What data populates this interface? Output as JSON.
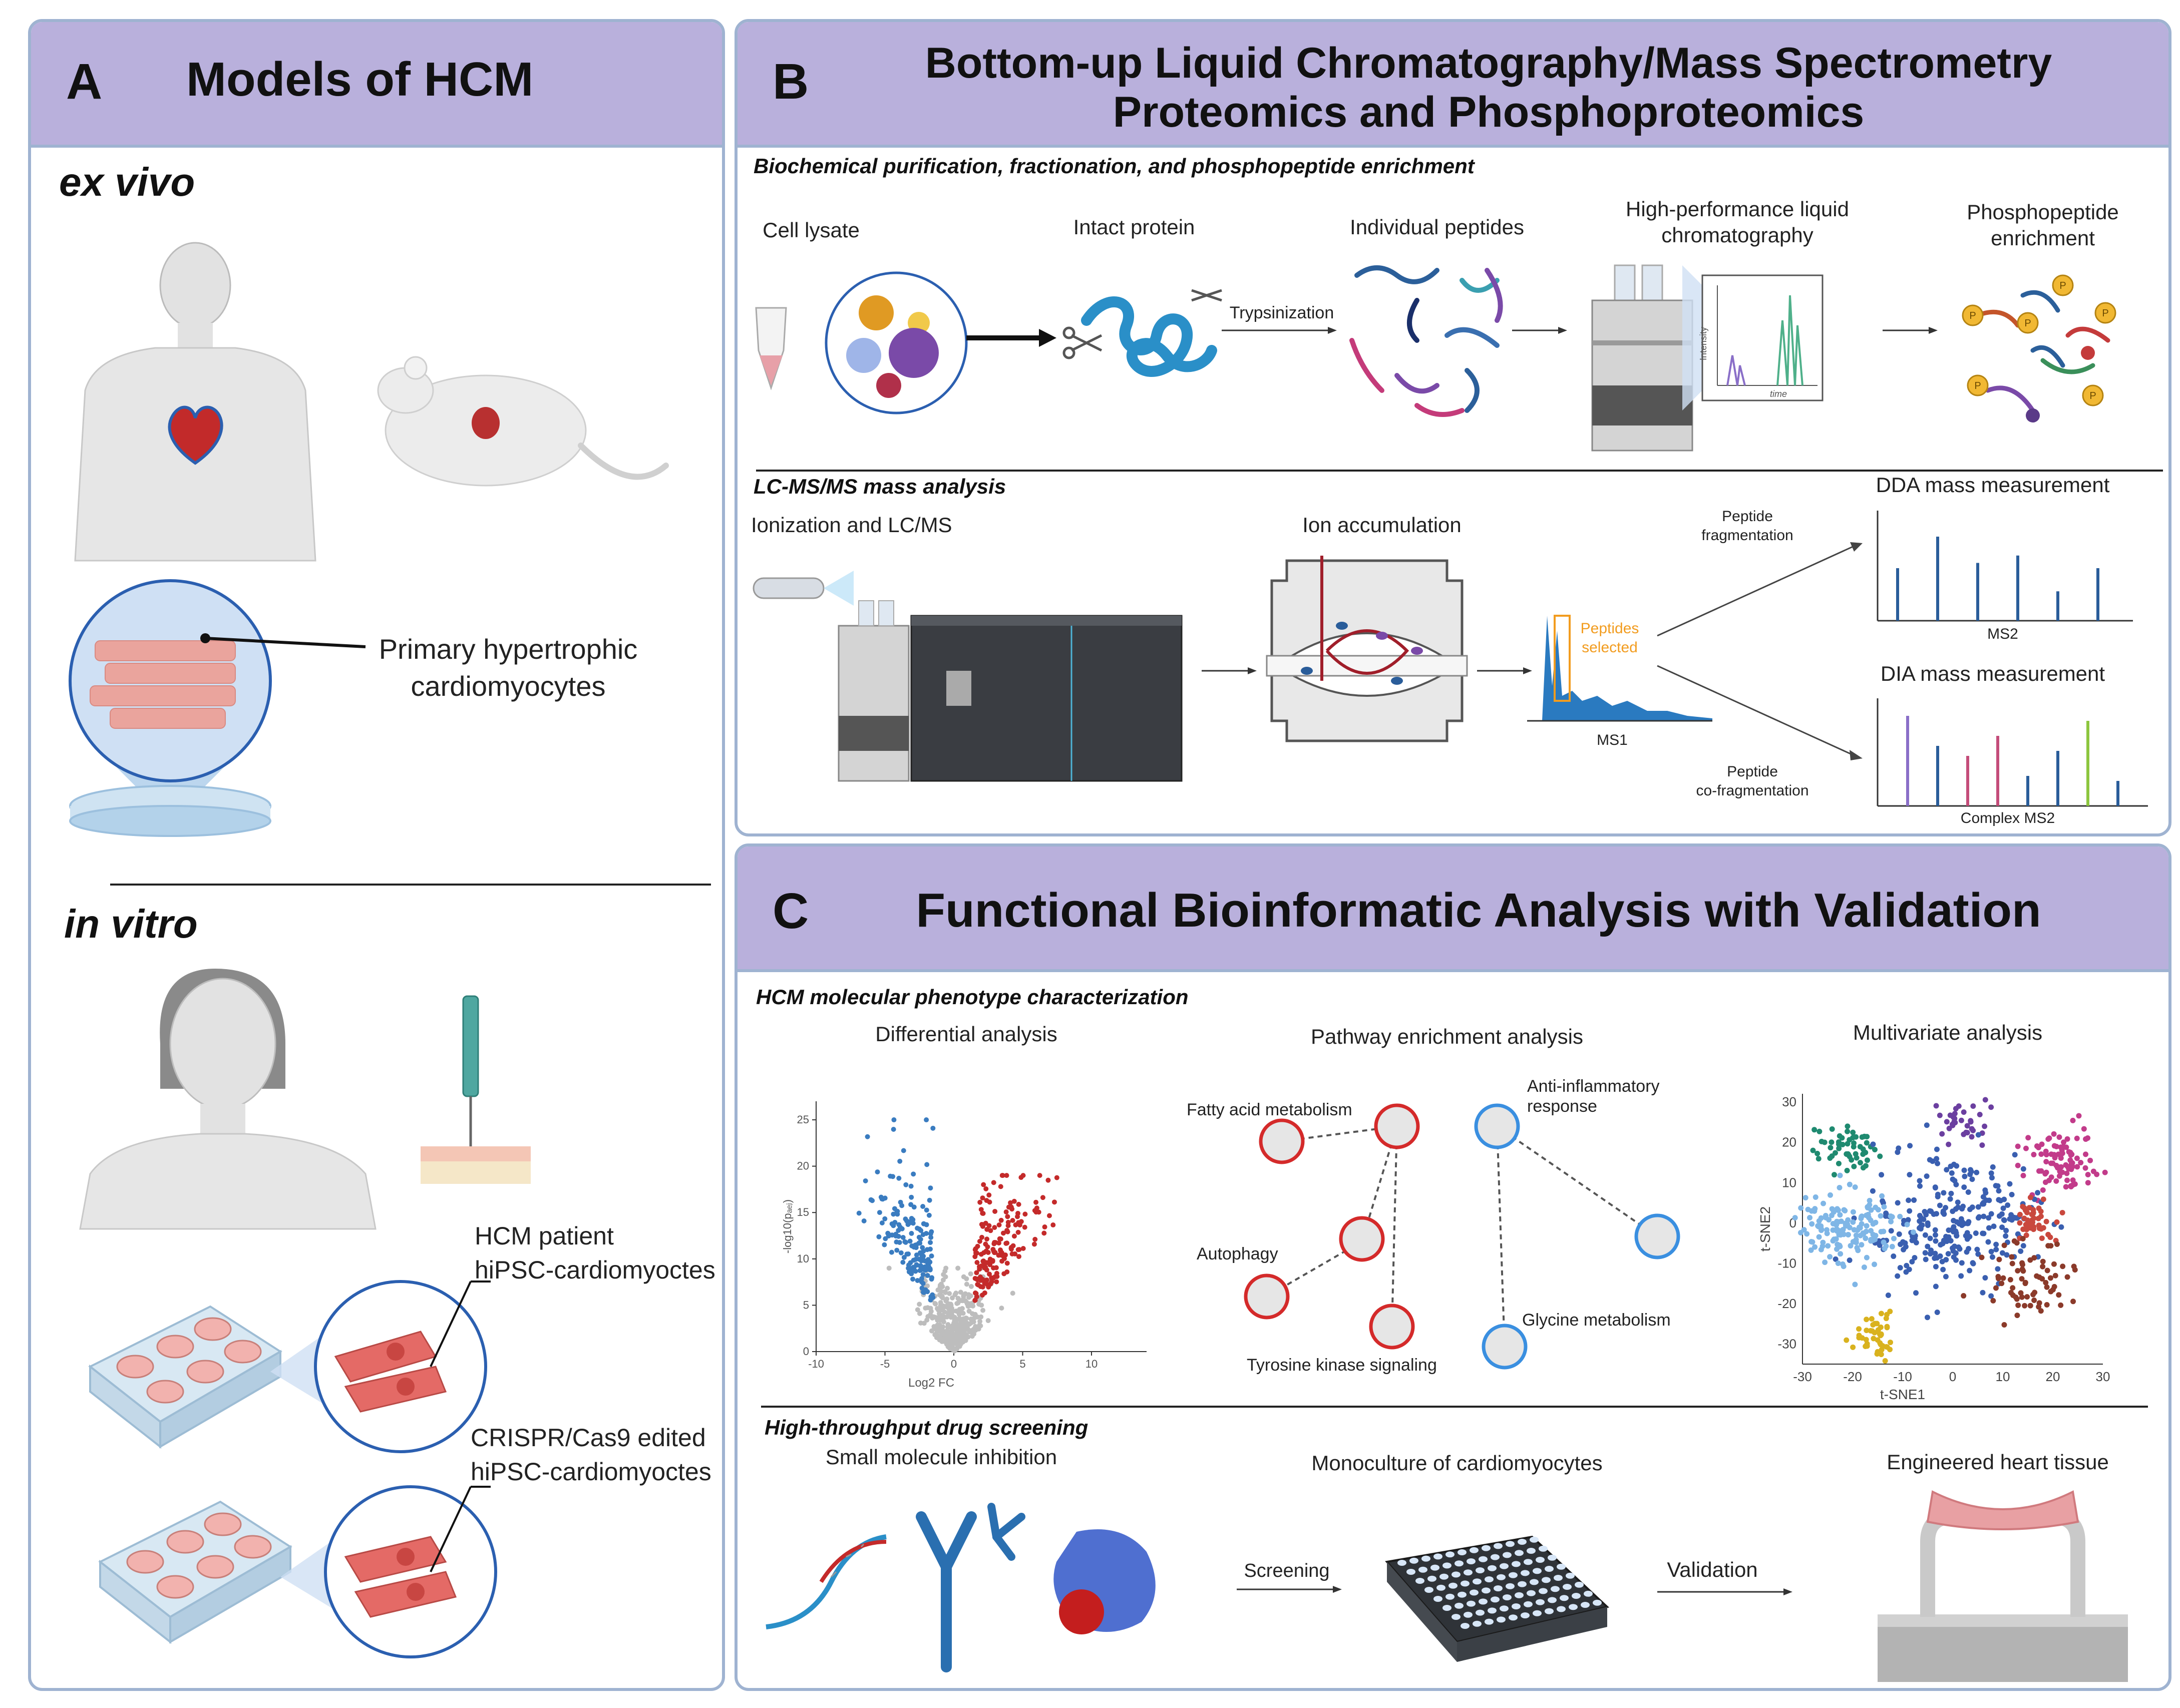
{
  "panelA": {
    "letter": "A",
    "title": "Models of HCM",
    "ex_vivo": "ex vivo",
    "in_vitro": "in vitro",
    "primary_label": "Primary hypertrophic\ncardiomyocytes",
    "hcm_patient_label": "HCM patient\nhiPSC-cardiomyoctes",
    "crispr_label": "CRISPR/Cas9 edited\nhiPSC-cardiomyoctes"
  },
  "panelB": {
    "letter": "B",
    "title_line1": "Bottom-up Liquid Chromatography/Mass Spectrometry",
    "title_line2": "Proteomics and Phosphoproteomics",
    "section1": "Biochemical purification, fractionation, and phosphopeptide enrichment",
    "cell_lysate": "Cell lysate",
    "intact_protein": "Intact protein",
    "trypsinization": "Trypsinization",
    "individual_peptides": "Individual peptides",
    "hplc": "High-performance liquid\nchromatography",
    "intensity": "Intensity",
    "time": "time",
    "phospho_enrichment": "Phosphopeptide\nenrichment",
    "phospho_marker": "P",
    "section2": "LC-MS/MS mass analysis",
    "ionization": "Ionization and LC/MS",
    "ion_accumulation": "Ion accumulation",
    "peptide_fragmentation": "Peptide\nfragmentation",
    "peptides_selected": "Peptides\nselected",
    "ms1": "MS1",
    "dda": "DDA mass measurement",
    "ms2": "MS2",
    "dia": "DIA mass measurement",
    "peptide_cofrag": "Peptide\nco-fragmentation",
    "complex_ms2": "Complex MS2"
  },
  "panelC": {
    "letter": "C",
    "title": "Functional Bioinformatic Analysis with Validation",
    "section1": "HCM molecular phenotype characterization",
    "differential": "Differential analysis",
    "volcano_xlabel": "Log2 FC",
    "volcano_ylabel": "-log10(pₐₑⱼ)",
    "pathway": "Pathway enrichment analysis",
    "fatty_acid": "Fatty acid metabolism",
    "autophagy": "Autophagy",
    "tyrosine": "Tyrosine kinase signaling",
    "anti_inflammatory": "Anti-inflammatory\nresponse",
    "glycine": "Glycine metabolism",
    "multivariate": "Multivariate analysis",
    "tsne_xlabel": "t-SNE1",
    "tsne_ylabel": "t-SNE2",
    "section2": "High-throughput drug screening",
    "small_molecule": "Small molecule inhibition",
    "screening": "Screening",
    "monoculture": "Monoculture of cardiomyocytes",
    "validation": "Validation",
    "engineered": "Engineered heart tissue"
  },
  "chart_data": [
    {
      "type": "scatter",
      "name": "volcano",
      "xlabel": "Log2 FC",
      "ylabel": "-log10(p adj)",
      "xlim": [
        -10,
        14
      ],
      "ylim": [
        0,
        27
      ],
      "xticks": [
        "-10",
        "-5",
        "0",
        "5",
        "10"
      ],
      "yticks": [
        "0",
        "5",
        "10",
        "15",
        "20",
        "25"
      ],
      "colors": {
        "down": "#3a7cc0",
        "up": "#c42a2a",
        "ns": "#bdbdbd"
      }
    },
    {
      "type": "scatter",
      "name": "tsne",
      "xlabel": "t-SNE1",
      "ylabel": "t-SNE2",
      "xlim": [
        -30,
        30
      ],
      "ylim": [
        -35,
        32
      ],
      "xticks": [
        "-30",
        "-20",
        "-10",
        "0",
        "10",
        "20",
        "30"
      ],
      "yticks": [
        "30",
        "20",
        "10",
        "0",
        "-10",
        "-20",
        "-30"
      ],
      "cluster_colors": [
        "#1f8a70",
        "#6b3fa0",
        "#c23b8a",
        "#3a5fb0",
        "#7fb6e6",
        "#c9483e",
        "#8b3a2a",
        "#d9b21e"
      ]
    },
    {
      "type": "bar",
      "name": "dda_ms2",
      "values": [
        0.5,
        0.8,
        0.55,
        0.62,
        0.28,
        0.5
      ],
      "color": "#2a5d9a"
    },
    {
      "type": "bar",
      "name": "dia_complex_ms2",
      "values": [
        0.9,
        0.6,
        0.5,
        0.7,
        0.3,
        0.55,
        0.85,
        0.25
      ],
      "colors": [
        "#8a6fc8",
        "#2a5d9a",
        "#c44d7a",
        "#c44d7a",
        "#2a5d9a",
        "#2a5d9a",
        "#8dc63f",
        "#2a5d9a"
      ]
    }
  ]
}
